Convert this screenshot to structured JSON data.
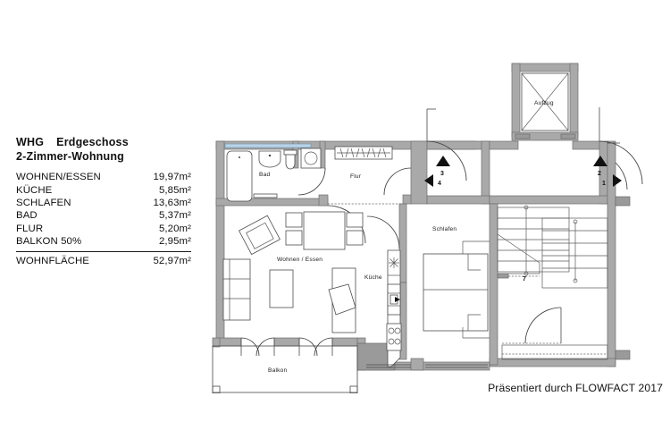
{
  "legend": {
    "title_main": "WHG",
    "title_sub": "Erdgeschoss",
    "title_line2": "2-Zimmer-Wohnung",
    "unit": "m²",
    "rows": [
      {
        "name": "WOHNEN/ESSEN",
        "area": "19,97m²"
      },
      {
        "name": "KÜCHE",
        "area": "5,85m²"
      },
      {
        "name": "SCHLAFEN",
        "area": "13,63m²"
      },
      {
        "name": "BAD",
        "area": "5,37m²"
      },
      {
        "name": "FLUR",
        "area": "5,20m²"
      },
      {
        "name": "BALKON 50%",
        "area": "2,95m²"
      }
    ],
    "total": {
      "name": "WOHNFLÄCHE",
      "area": "52,97m²"
    }
  },
  "footer": {
    "text": "Präsentiert durch FLOWFACT 2017"
  },
  "plan": {
    "rooms": [
      {
        "id": "bad",
        "label": "Bad"
      },
      {
        "id": "flur",
        "label": "Flur"
      },
      {
        "id": "wohnen-essen",
        "label": "Wohnen / Essen"
      },
      {
        "id": "kueche",
        "label": "Küche"
      },
      {
        "id": "schlafen",
        "label": "Schlafen"
      },
      {
        "id": "balkon",
        "label": "Balkon"
      },
      {
        "id": "aufzug",
        "label": "Aufzug"
      }
    ],
    "markers": [
      {
        "id": "1",
        "label": "1",
        "direction": "right"
      },
      {
        "id": "2",
        "label": "2",
        "direction": "up"
      },
      {
        "id": "3",
        "label": "3",
        "direction": "up"
      },
      {
        "id": "4",
        "label": "4",
        "direction": "left"
      }
    ],
    "stair_label": "7"
  },
  "colors": {
    "wall": "#a9a9a9",
    "wall_stroke": "#6e6e6e",
    "window": "#b9d3e6",
    "ink": "#111111",
    "page": "#ffffff"
  }
}
